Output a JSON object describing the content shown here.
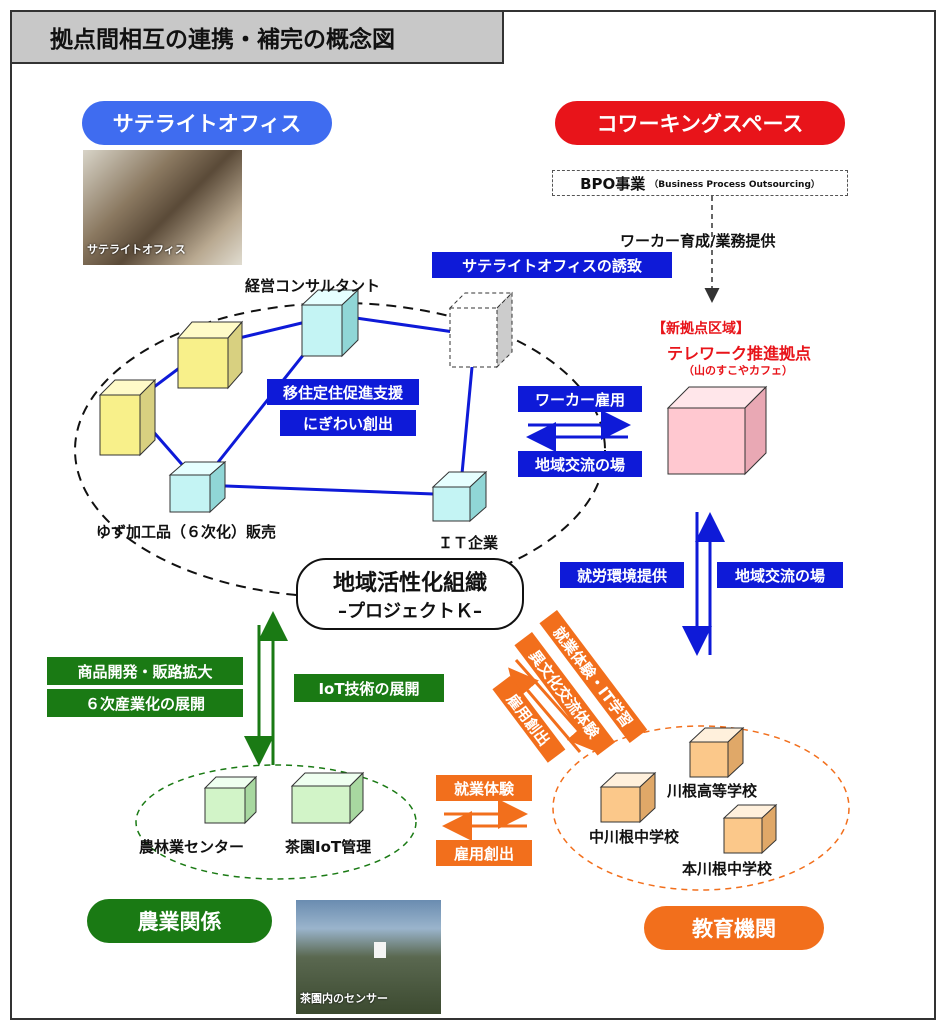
{
  "title": "拠点間相互の連携・補完の概念図",
  "sections": {
    "satellite": "サテライトオフィス",
    "coworking": "コワーキングスペース",
    "agriculture": "農業関係",
    "education": "教育機関"
  },
  "photos": {
    "satellite_caption": "サテライトオフィス",
    "tea_caption": "茶園内のセンサー"
  },
  "bpo": {
    "main": "BPO事業",
    "sub": "（Business Process Outsourcing）"
  },
  "worker_training": "ワーカー育成/業務提供",
  "hub": {
    "bracket": "【新拠点区域】",
    "name": "テレワーク推進拠点",
    "place": "（山のすこやカフェ）"
  },
  "satellite_cluster": {
    "consultant": "経営コンサルタント",
    "yuzu": "ゆず加工品（６次化）販売",
    "it": "ＩＴ企業",
    "invite": "サテライトオフィスの誘致",
    "migration": "移住定住促進支援",
    "bustle": "にぎわい創出"
  },
  "org": {
    "line1": "地域活性化組織",
    "line2": "–プロジェクトＫ–"
  },
  "links": {
    "worker_employment": "ワーカー雇用",
    "community_place_1": "地域交流の場",
    "work_environment": "就労環境提供",
    "community_place_2": "地域交流の場",
    "product_dev": "商品開発・販路拡大",
    "sixth_industry": "６次産業化の展開",
    "iot_deploy": "IoT技術の展開",
    "work_exp_it": "就業体験・IT学習",
    "cross_culture": "異文化交流体験",
    "job_creation_1": "雇用創出",
    "work_exp": "就業体験",
    "job_creation_2": "雇用創出"
  },
  "agri_cluster": {
    "forestry_center": "農林業センター",
    "tea_iot": "茶園IoT管理"
  },
  "schools": {
    "kawane_high": "川根高等学校",
    "nakakawane_jh": "中川根中学校",
    "honkawane_jh": "本川根中学校"
  },
  "colors": {
    "blue": "#0e1ad8",
    "red": "#e8141a",
    "green": "#1a7a14",
    "orange": "#f26f1c",
    "sky": "#3f6cf0"
  }
}
